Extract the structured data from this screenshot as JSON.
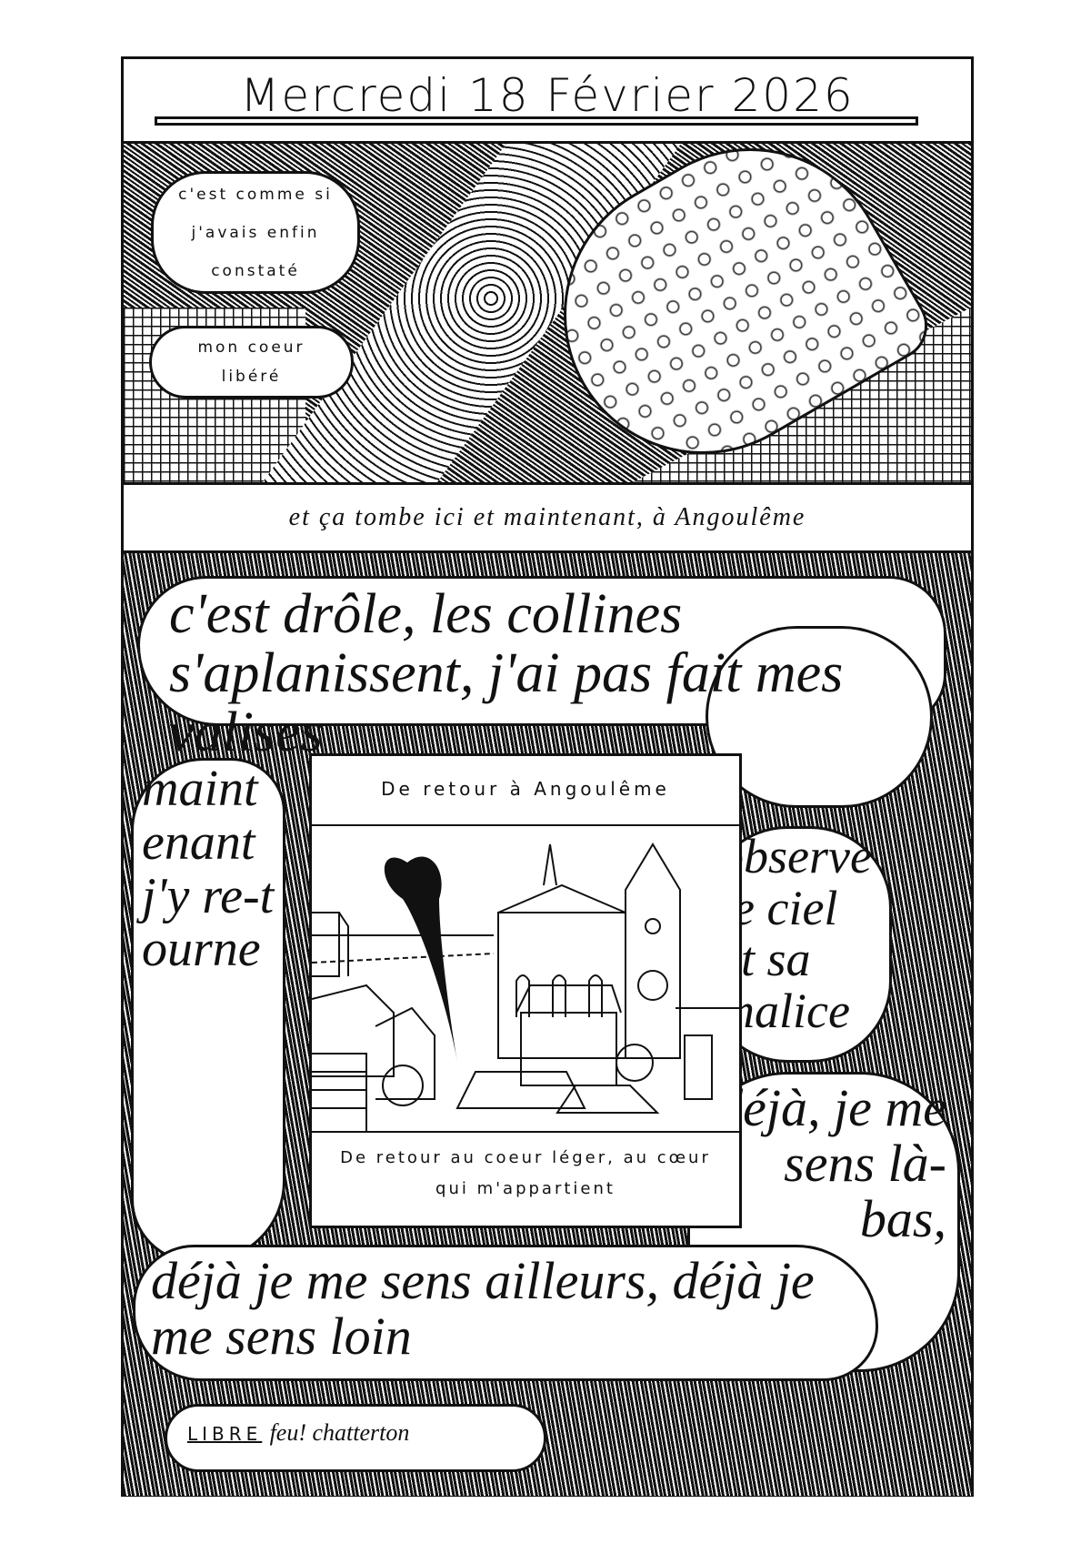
{
  "header": {
    "date": "Mercredi 18 Février 2026"
  },
  "panel1": {
    "bubble_top": "c'est comme si j'avais enfin constaté",
    "bubble_bottom": "mon coeur libéré"
  },
  "caption": "et ça tombe ici et maintenant, à Angoulême",
  "panel2": {
    "top_text": "c'est drôle, les collines s'aplanissent, j'ai pas fait mes valises",
    "left_text": "maintenant j'y re-tourne",
    "right_text": "observe le ciel et sa malice",
    "right_bottom_text": "déjà, je me sens là-bas,",
    "bottom_text": "déjà je me sens ailleurs, déjà je me sens loin",
    "credit_title": "Libre",
    "credit_artist": "feu! chatterton",
    "picture": {
      "title": "De retour à Angoulême",
      "caption": "De retour au coeur léger, au cœur qui m'appartient"
    }
  },
  "colors": {
    "ink": "#111111",
    "paper": "#ffffff"
  }
}
